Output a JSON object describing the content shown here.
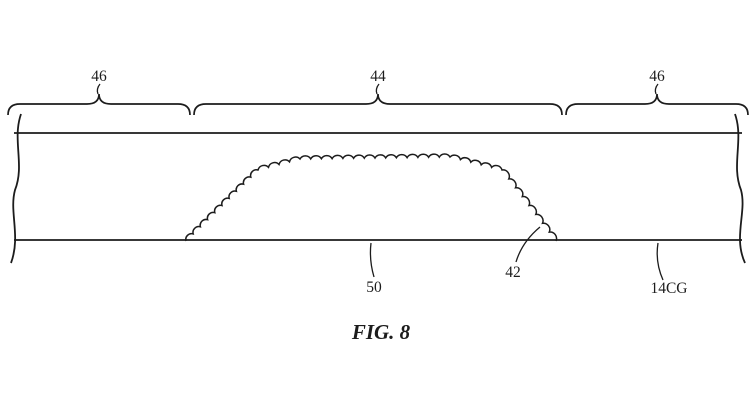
{
  "figure": {
    "caption": "FIG. 8",
    "labels": {
      "brace_left": "46",
      "brace_middle": "44",
      "brace_right": "46",
      "region_base": "50",
      "textured_region": "42",
      "layer": "14CG"
    }
  },
  "colors": {
    "line": "#1c1c1c",
    "background": "#ffffff"
  }
}
